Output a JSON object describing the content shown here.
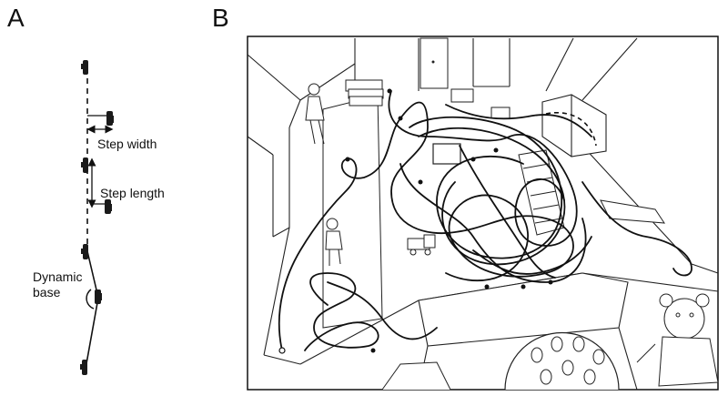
{
  "panels": {
    "a": {
      "letter": "A",
      "labels": {
        "step_width": "Step width",
        "step_length": "Step length",
        "dynamic_base_line1": "Dynamic",
        "dynamic_base_line2": "base"
      }
    },
    "b": {
      "letter": "B"
    }
  },
  "colors": {
    "ink": "#111111",
    "footprint": "#1a1a1a",
    "background": "#ffffff"
  }
}
